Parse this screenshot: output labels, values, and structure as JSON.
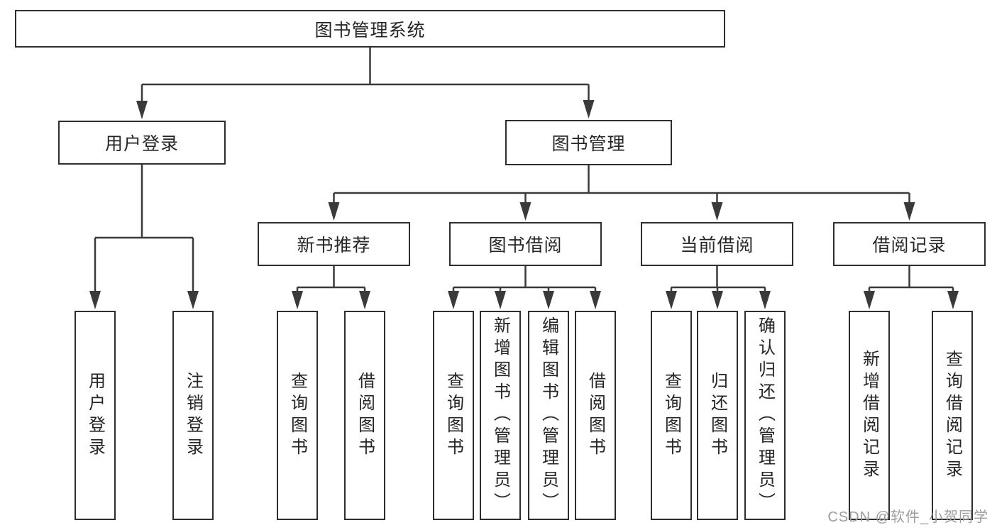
{
  "diagram": {
    "type": "hierarchy-flowchart",
    "root": {
      "label": "图书管理系统"
    },
    "branches": [
      {
        "label": "用户登录",
        "children": [
          {
            "label": "用户登录"
          },
          {
            "label": "注销登录"
          }
        ]
      },
      {
        "label": "图书管理",
        "children": [
          {
            "label": "新书推荐",
            "children": [
              {
                "label": "查询图书"
              },
              {
                "label": "借阅图书"
              }
            ]
          },
          {
            "label": "图书借阅",
            "children": [
              {
                "label": "查询图书"
              },
              {
                "label": "新增图书（管理员）"
              },
              {
                "label": "编辑图书（管理员）"
              },
              {
                "label": "借阅图书"
              }
            ]
          },
          {
            "label": "当前借阅",
            "children": [
              {
                "label": "查询图书"
              },
              {
                "label": "归还图书"
              },
              {
                "label": "确认归还（管理员）"
              }
            ]
          },
          {
            "label": "借阅记录",
            "children": [
              {
                "label": "新增借阅记录"
              },
              {
                "label": "查询借阅记录"
              }
            ]
          }
        ]
      }
    ]
  },
  "watermark": {
    "text": "CSDN @软件_小贺同学",
    "color": "#9c9c9c"
  },
  "colors": {
    "background": "#ffffff",
    "line": "#3a3a3a",
    "box_border": "#2e2e2e",
    "box_fill": "#ffffff",
    "text": "#252525"
  }
}
